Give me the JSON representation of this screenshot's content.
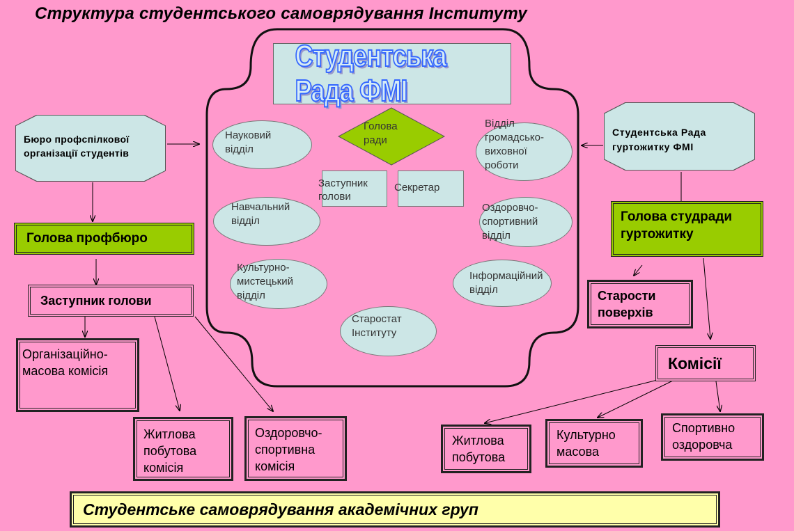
{
  "title": "Структура студентського самоврядування Інституту",
  "council": {
    "title": "Студентська Рада ФМІ",
    "head": "Голова ради",
    "deputy": "Заступник голови",
    "secretary": "Секретар",
    "departments": {
      "science": "Науковий відділ",
      "education": "Навчальний відділ",
      "culture": "Культурно-мистецький відділ",
      "civic": "Відділ громадсько-виховної роботи",
      "sport": "Оздоровчо-спортивний відділ",
      "info": "Інформаційний відділ",
      "elders": "Старостат Інституту"
    }
  },
  "left": {
    "bureau": "Бюро профспілкової організації студентів",
    "head": "Голова профбюро",
    "deputy": "Заступник голови",
    "org_commission": "Організаційно-масова комісія",
    "housing_commission": "Житлова побутова комісія",
    "health_commission": "Оздоровчо-спортивна комісія"
  },
  "right": {
    "dorm_council": "Студентська Рада гуртожитку ФМІ",
    "dorm_head": "Голова студради гуртожитку",
    "floor_elders": "Старости поверхів",
    "commissions": "Комісії",
    "housing": "Житлова побутова",
    "cultural": "Культурно масова",
    "sport": "Спортивно оздоровча"
  },
  "bottom": "Студентське самоврядування академічних груп",
  "colors": {
    "background": "#ff99cc",
    "teal_box": "#cce6e6",
    "green_box": "#99cc00",
    "bottom_bar": "#ffffaa",
    "title_text": "#3366ff"
  }
}
